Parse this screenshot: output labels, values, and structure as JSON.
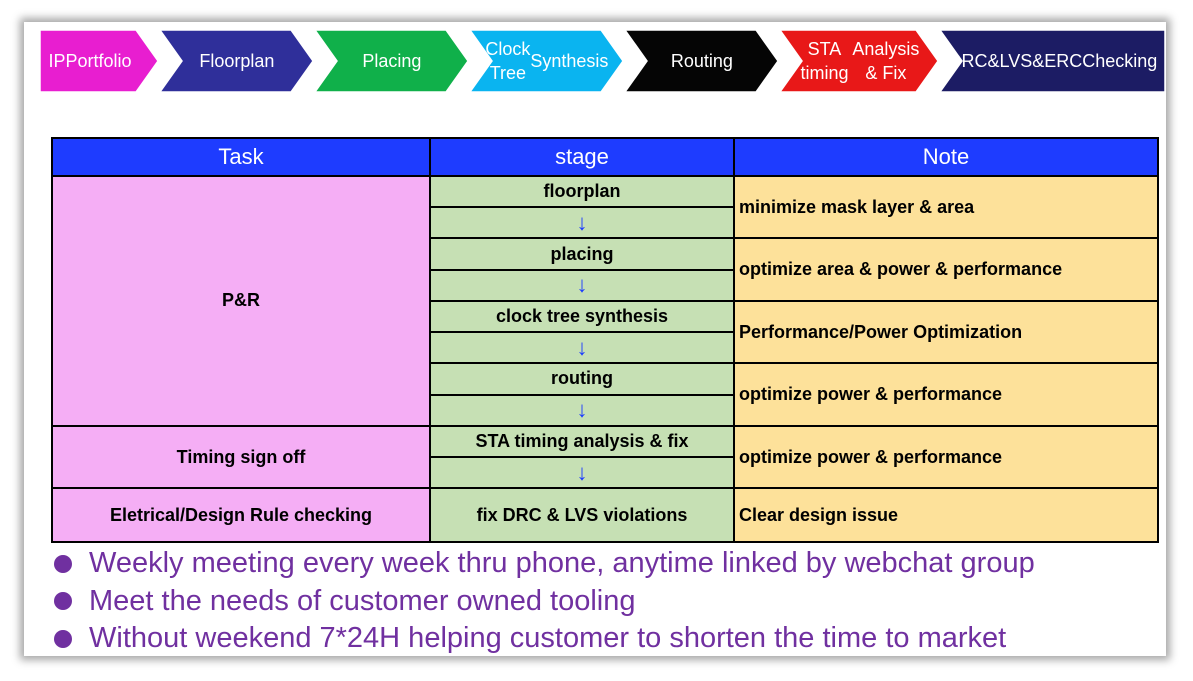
{
  "flow_steps": [
    {
      "line1": "IP",
      "line2": "Portfolio",
      "color": "#e81ed0"
    },
    {
      "line1": "Floorplan",
      "line2": "",
      "color": "#2f2f9a"
    },
    {
      "line1": "Placing",
      "line2": "",
      "color": "#10b04a"
    },
    {
      "line1": "Clock Tree",
      "line2": "Synthesis",
      "color": "#0ab4f0"
    },
    {
      "line1": "Routing",
      "line2": "",
      "color": "#050505"
    },
    {
      "line1": "STA timing",
      "line2": "Analysis & Fix",
      "color": "#e81818"
    },
    {
      "line1": "DRC&LVS&ERC",
      "line2": "Checking",
      "color": "#1c1c64"
    }
  ],
  "table": {
    "headers": {
      "task": "Task",
      "stage": "stage",
      "note": "Note"
    },
    "arrow": "↓",
    "pr": {
      "task": "P&R",
      "stages": [
        "floorplan",
        "placing",
        "clock tree synthesis",
        "routing"
      ],
      "notes": [
        "minimize mask layer & area",
        "optimize area & power & performance",
        "Performance/Power Optimization",
        "optimize power & performance"
      ]
    },
    "timing": {
      "task": "Timing sign off",
      "stage": "STA timing analysis & fix",
      "note": "optimize power & performance"
    },
    "electrical": {
      "task": "Eletrical/Design Rule checking",
      "stage": "fix DRC & LVS violations",
      "note": "Clear design issue"
    }
  },
  "bullets": [
    "Weekly meeting every week thru phone, anytime linked by webchat group",
    "Meet the needs of customer owned tooling",
    "Without weekend 7*24H  helping customer to shorten the time to market"
  ],
  "colors": {
    "header_blue": "#1e3cff",
    "task_pink": "#f5aef5",
    "stage_green": "#c6e0b4",
    "note_yellow": "#fde19a",
    "bullet_purple": "#7030a0",
    "arrow_blue": "#1c3cff"
  }
}
